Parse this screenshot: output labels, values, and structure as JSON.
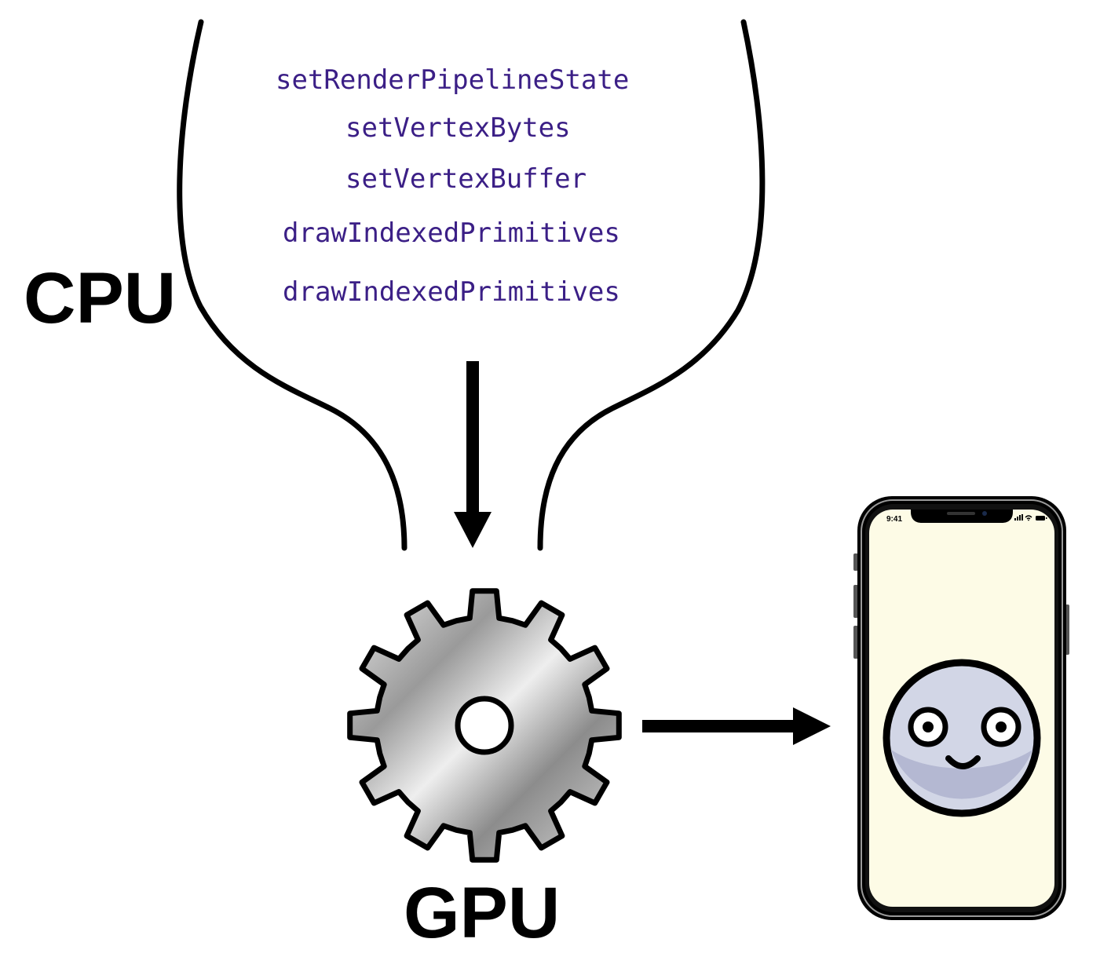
{
  "labels": {
    "cpu": "CPU",
    "gpu": "GPU"
  },
  "commands": [
    "setRenderPipelineState",
    "setVertexBytes",
    "setVertexBuffer",
    "drawIndexedPrimitives",
    "drawIndexedPrimitives"
  ],
  "phone": {
    "status_time": "9:41",
    "screen_color": "#fdfbe6",
    "face_color": "#d2d6e6"
  },
  "colors": {
    "command_text": "#3b1f86",
    "stroke": "#000000"
  },
  "icons": [
    "gear-icon",
    "phone-icon",
    "face-icon",
    "arrow-down-icon",
    "arrow-right-icon"
  ]
}
